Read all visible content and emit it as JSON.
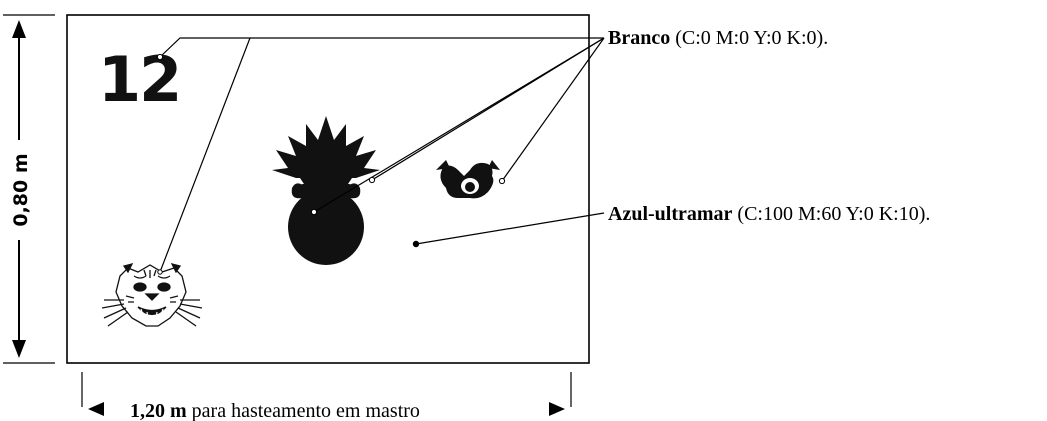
{
  "flag_number": "12",
  "dimensions": {
    "height_label": "0,80 m",
    "width_value": "1,20 m",
    "width_suffix": " para hasteamento em mastro"
  },
  "callouts": {
    "white": {
      "name": "Branco",
      "spec": " (C:0 M:0 Y:0 K:0)."
    },
    "blue": {
      "name": "Azul-ultramar",
      "spec": " (C:100 M:60 Y:0 K:10)."
    }
  },
  "colors": {
    "line": "#000000",
    "figure": "#111111",
    "background": "#ffffff"
  },
  "icons": {
    "figure_1": "jaguar-head-icon",
    "figure_2": "flaming-grenade-icon",
    "figure_3": "winged-emblem-icon"
  }
}
